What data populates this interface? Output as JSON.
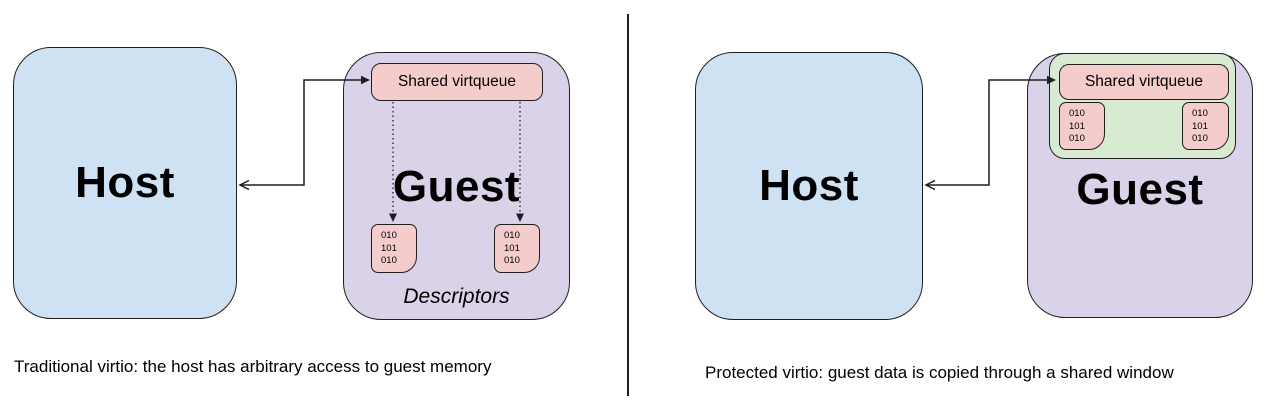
{
  "colors": {
    "blue": "#cfe2f3",
    "purple": "#d9d2e9",
    "pink": "#f4cccc",
    "green": "#d9ead3",
    "line": "#1f1f1f",
    "text": "#000000"
  },
  "panels": [
    {
      "name": "Traditional virtio",
      "host_label": "Host",
      "guest_label": "Guest",
      "virtqueue_label": "Shared virtqueue",
      "descriptors_label": "Descriptors",
      "descriptor_boxes": [
        [
          "010",
          "101",
          "010"
        ],
        [
          "010",
          "101",
          "010"
        ]
      ],
      "caption": "Traditional virtio: the host has arbitrary access to guest memory"
    },
    {
      "name": "Protected virtio",
      "host_label": "Host",
      "guest_label": "Guest",
      "virtqueue_label": "Shared virtqueue",
      "descriptor_boxes": [
        [
          "010",
          "101",
          "010"
        ],
        [
          "010",
          "101",
          "010"
        ]
      ],
      "caption": "Protected virtio: guest data is copied through a shared window"
    }
  ]
}
